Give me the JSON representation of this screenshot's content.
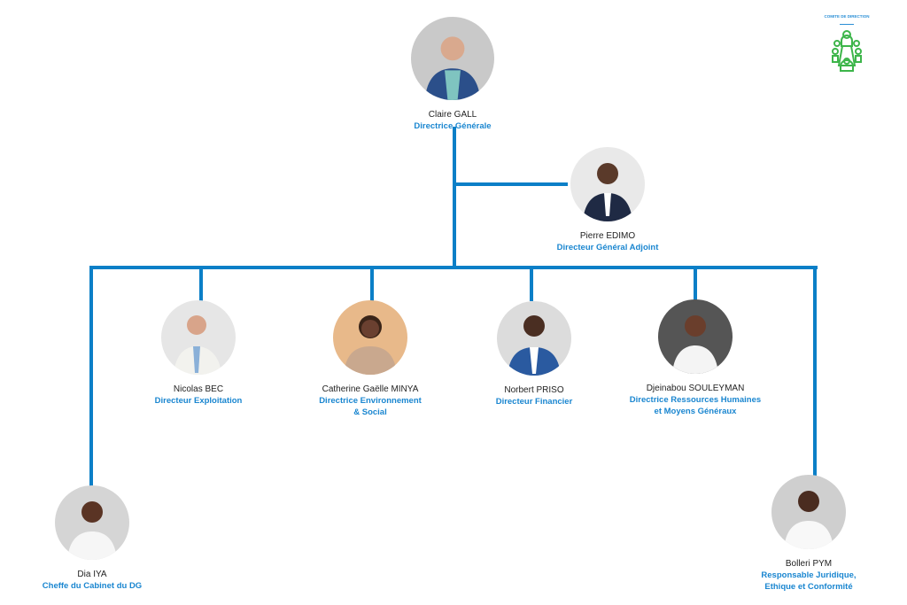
{
  "badge": {
    "label": "COMITE DE DIRECTION",
    "icon": "meeting-table-icon",
    "color": "#3db54a"
  },
  "line_color": "#0b7fc7",
  "people": {
    "ceo": {
      "name": "Claire GALL",
      "role": "Directrice Générale",
      "bg": "#c9c9c9",
      "suit": "#2b4f8a"
    },
    "deputy": {
      "name": "Pierre EDIMO",
      "role": "Directeur Général Adjoint",
      "bg": "#e9e9e9",
      "suit": "#1f2a44"
    },
    "ops": {
      "name": "Nicolas BEC",
      "role": "Directeur Exploitation",
      "bg": "#e6e6e6",
      "suit": "#f2f2ee"
    },
    "env": {
      "name": "Catherine Gaëlle MINYA",
      "role1": "Directrice Environnement",
      "role2": "& Social",
      "bg": "#e8b98a",
      "suit": "#c9a88e"
    },
    "fin": {
      "name": "Norbert PRISO",
      "role": "Directeur Financier",
      "bg": "#dcdcdc",
      "suit": "#2a5aa0"
    },
    "hr": {
      "name": "Djeinabou SOULEYMAN",
      "role1": "Directrice  Ressources Humaines",
      "role2": "et Moyens Généraux",
      "bg": "#555555",
      "suit": "#f4f4f4"
    },
    "cab": {
      "name": "Dia IYA",
      "role": "Cheffe du Cabinet du DG",
      "bg": "#d5d5d5",
      "suit": "#f6f6f6"
    },
    "legal": {
      "name": "Bolleri PYM",
      "role1": "Responsable Juridique,",
      "role2": "Ethique et Conformité",
      "bg": "#cfcfcf",
      "suit": "#f8f8f8"
    }
  }
}
